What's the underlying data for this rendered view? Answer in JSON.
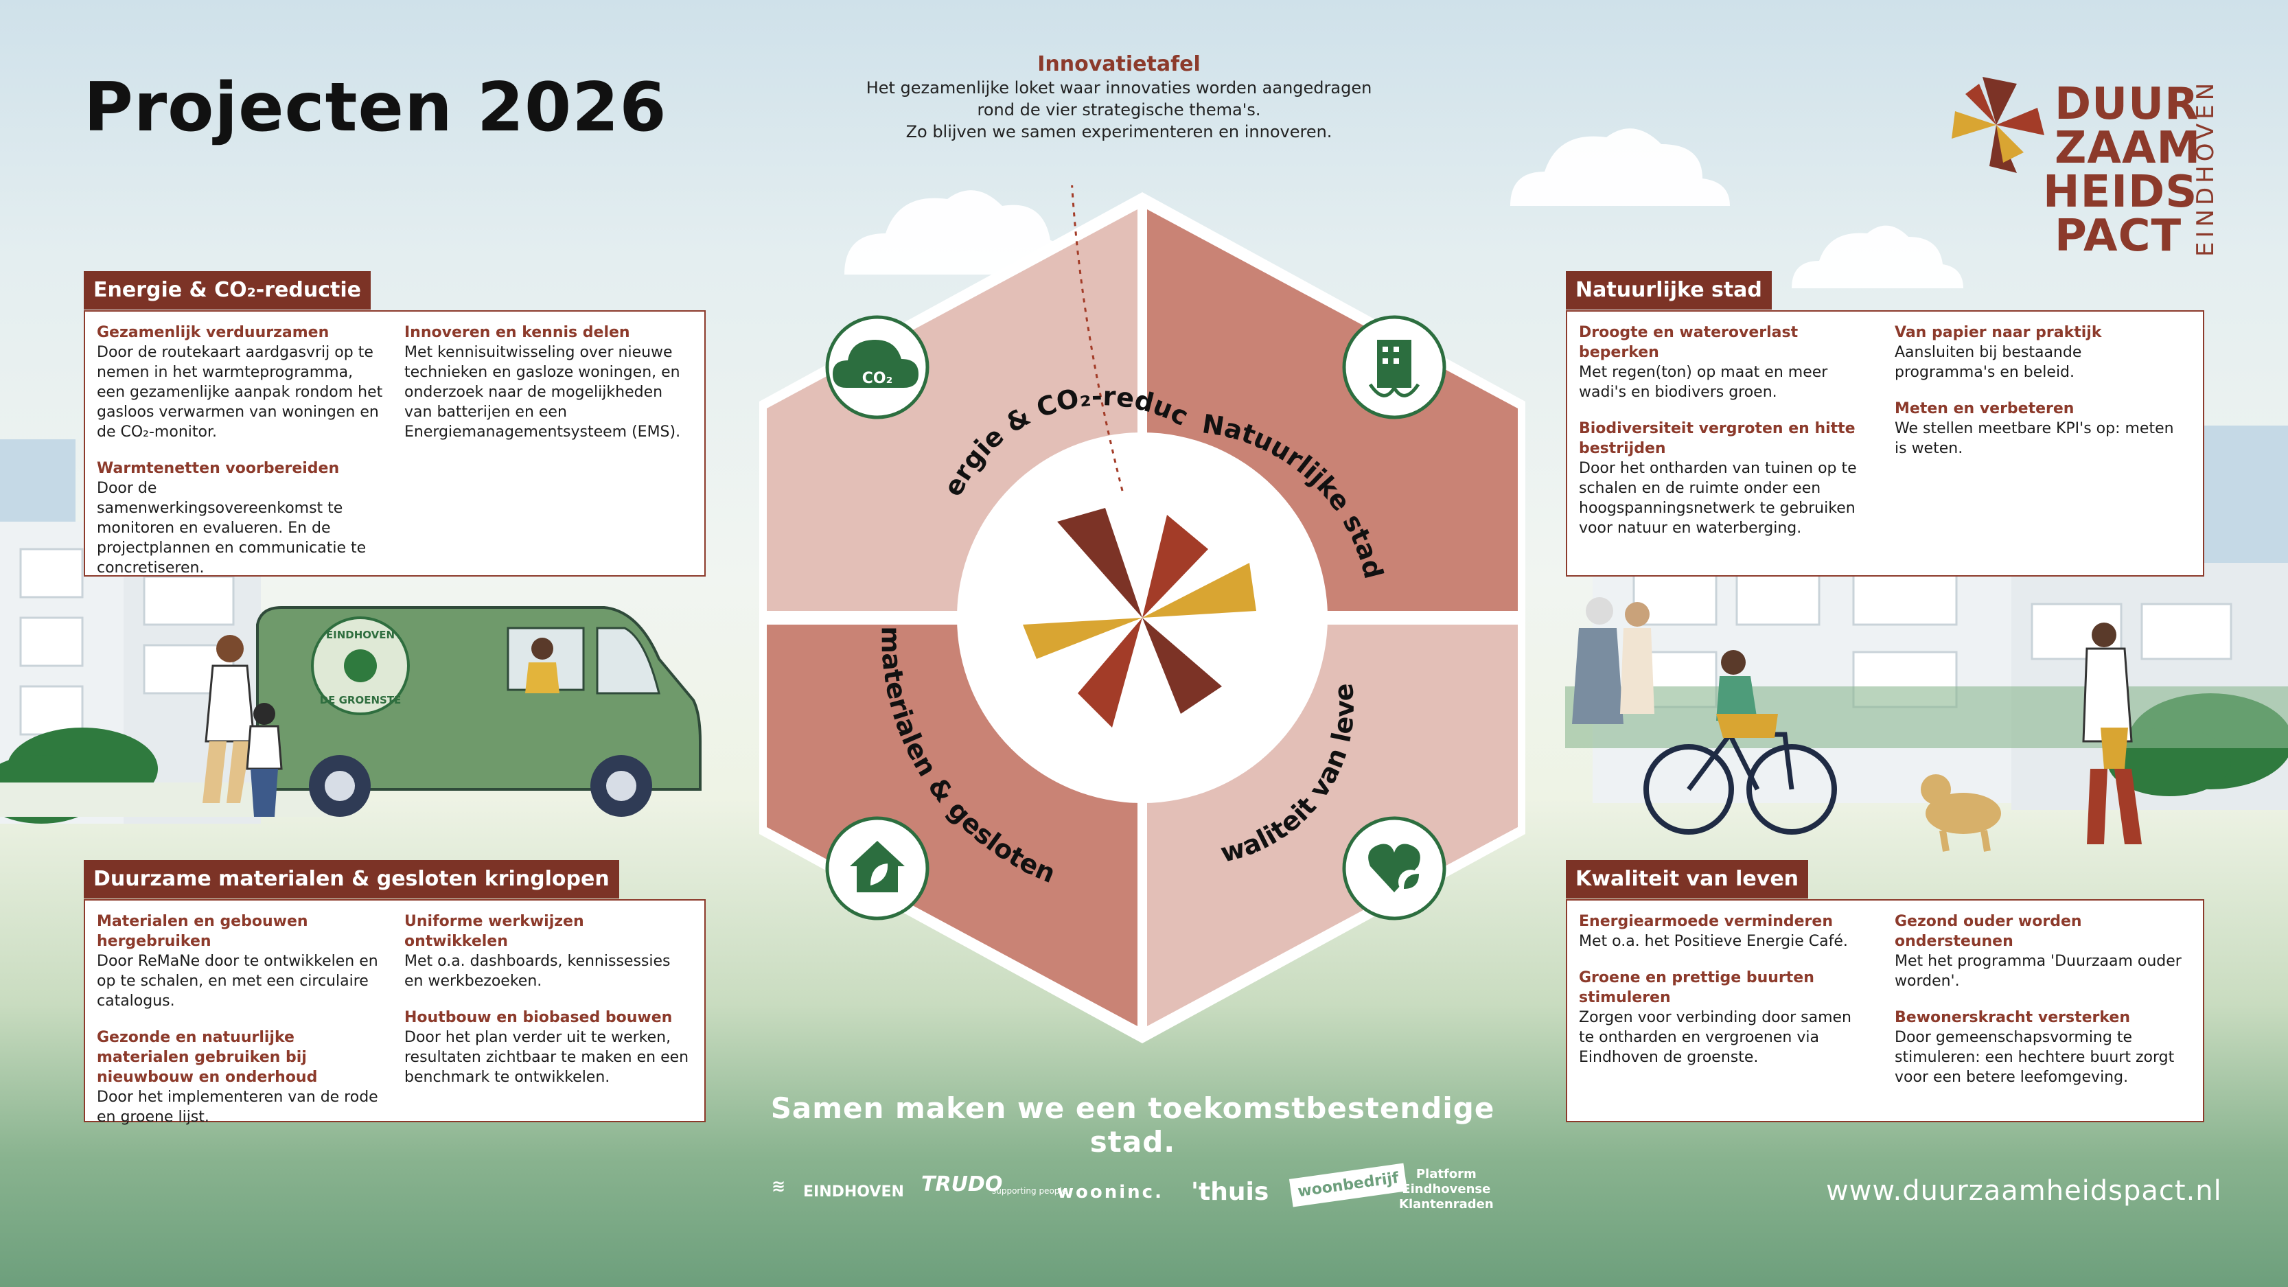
{
  "title": "Projecten 2026",
  "logo": {
    "line1": "DUUR",
    "line2": "ZAAM",
    "line3": "HEIDS",
    "line4": "PACT",
    "side": "EINDHOVEN"
  },
  "innovatietafel": {
    "title": "Innovatietafel",
    "text": [
      "Het gezamenlijke loket waar innovaties worden aangedragen",
      "rond de vier strategische thema's.",
      "Zo blijven we samen experimenteren en innoveren."
    ]
  },
  "hexagon": {
    "labels": [
      "Energie & CO₂-reductie",
      "Natuurlijke stad",
      "Duurzame materialen & gesloten kringlopen",
      "Kwaliteit van leven"
    ],
    "co2_icon_text": "CO₂"
  },
  "sections": {
    "energie": {
      "title": "Energie & CO₂-reductie",
      "left": [
        {
          "heading": "Gezamenlijk verduurzamen",
          "text": "Door de routekaart aardgasvrij op te nemen in het warmteprogramma, een gezamenlijke aanpak rondom het gasloos verwarmen van woningen en de CO₂-monitor."
        },
        {
          "heading": "Warmtenetten voorbereiden",
          "text": "Door de samenwerkingsovereenkomst te monitoren en evalueren. En de projectplannen en communicatie te concretiseren."
        }
      ],
      "right": [
        {
          "heading": "Innoveren en kennis delen",
          "text": "Met kennisuitwisseling over nieuwe technieken en gasloze woningen, en onderzoek naar de mogelijkheden van batterijen en een Energiemanagementsysteem (EMS)."
        }
      ]
    },
    "natuur": {
      "title": "Natuurlijke stad",
      "left": [
        {
          "heading": "Droogte en wateroverlast beperken",
          "text": "Met regen(ton) op maat en meer wadi's en biodivers groen."
        },
        {
          "heading": "Biodiversiteit vergroten en hitte bestrijden",
          "text": "Door het ontharden van tuinen op te schalen en de ruimte onder een hoogspanningsnetwerk te gebruiken voor natuur en waterberging."
        }
      ],
      "right": [
        {
          "heading": "Van papier naar praktijk",
          "text": "Aansluiten bij bestaande programma's en beleid."
        },
        {
          "heading": "Meten en verbeteren",
          "text": "We stellen meetbare KPI's op: meten is weten."
        }
      ]
    },
    "materialen": {
      "title": "Duurzame materialen & gesloten kringlopen",
      "left": [
        {
          "heading": "Materialen en gebouwen hergebruiken",
          "text": "Door ReMaNe door te ontwikkelen en op te schalen, en met een circulaire catalogus."
        },
        {
          "heading": "Gezonde en natuurlijke materialen gebruiken bij nieuwbouw en onderhoud",
          "text": "Door het implementeren van de rode en groene lijst."
        }
      ],
      "right": [
        {
          "heading": "Uniforme werkwijzen ontwikkelen",
          "text": "Met o.a. dashboards, kennissessies en werkbezoeken."
        },
        {
          "heading": "Houtbouw en biobased bouwen",
          "text": "Door het plan verder uit te werken, resultaten zichtbaar te maken en een benchmark te ontwikkelen."
        }
      ]
    },
    "kwaliteit": {
      "title": "Kwaliteit van leven",
      "left": [
        {
          "heading": "Energiearmoede verminderen",
          "text": "Met o.a. het Positieve Energie Café."
        },
        {
          "heading": "Groene en prettige buurten stimuleren",
          "text": "Zorgen voor verbinding door samen te ontharden en vergroenen via Eindhoven de groenste."
        }
      ],
      "right": [
        {
          "heading": "Gezond ouder worden ondersteunen",
          "text": "Met het programma 'Duurzaam ouder worden'."
        },
        {
          "heading": "Bewonerskracht versterken",
          "text": "Door gemeenschapsvorming te stimuleren: een hechtere buurt zorgt voor een betere leefomgeving."
        }
      ]
    }
  },
  "van_badge": {
    "line1": "EINDHOVEN",
    "line2": "DE GROENSTE"
  },
  "tagline": "Samen maken we een toekomstbestendige stad.",
  "partners": {
    "eindhoven": "EINDHOVEN",
    "trudo": "TRUDO",
    "trudo_sub": "supporting people",
    "wooninc": "wooninc.",
    "thuis": "'thuis",
    "woonbedrijf": "woonbedrijf",
    "platform": [
      "Platform",
      "Eindhovense",
      "Klantenraden"
    ]
  },
  "url": "www.duurzaamheidspact.nl",
  "colors": {
    "brown": "#7c3326",
    "rust": "#a33c28",
    "gold": "#d9a532",
    "panel_light": "#e3bfb7",
    "panel_dark": "#c98375",
    "icon_green": "#2c6e3f"
  }
}
